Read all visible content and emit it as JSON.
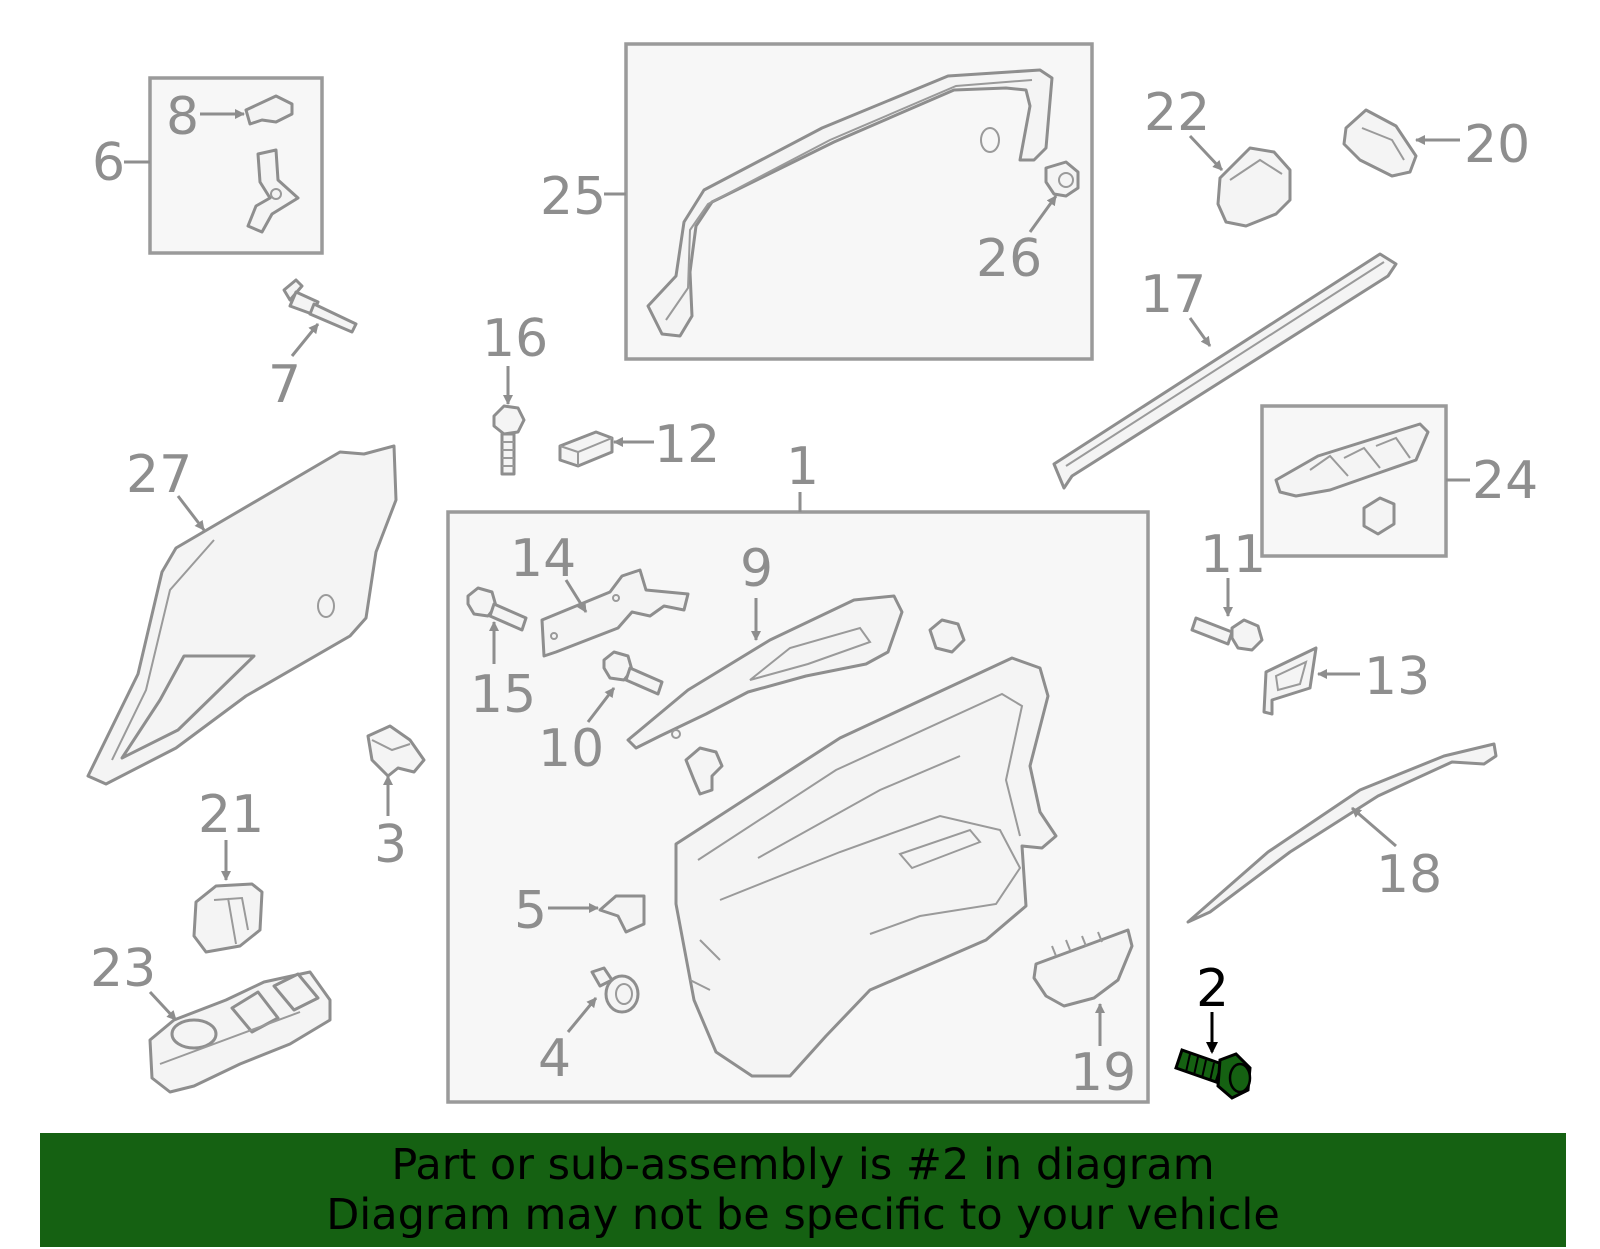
{
  "callouts": {
    "c1": "1",
    "c2": "2",
    "c3": "3",
    "c4": "4",
    "c5": "5",
    "c6": "6",
    "c7": "7",
    "c8": "8",
    "c9": "9",
    "c10": "10",
    "c11": "11",
    "c12": "12",
    "c13": "13",
    "c14": "14",
    "c15": "15",
    "c16": "16",
    "c17": "17",
    "c18": "18",
    "c19": "19",
    "c20": "20",
    "c21": "21",
    "c22": "22",
    "c23": "23",
    "c24": "24",
    "c25": "25",
    "c26": "26",
    "c27": "27"
  },
  "highlight": {
    "part_number": "2",
    "color": "#156112"
  },
  "banner": {
    "line1": "Part or sub-assembly is #2 in diagram",
    "line2": "Diagram may not be specific to your vehicle",
    "background": "#156112"
  },
  "colors": {
    "line": "#8e8e8e",
    "box_fill": "#f7f7f7",
    "highlight_part": "#156112"
  }
}
